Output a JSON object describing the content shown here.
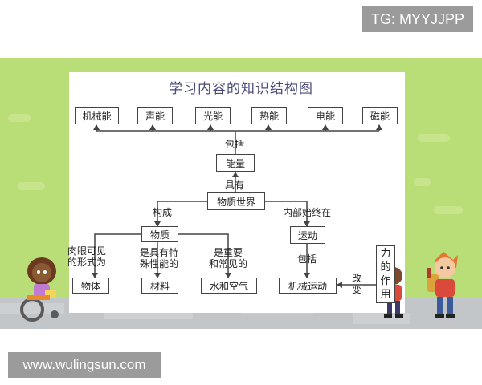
{
  "watermarks": {
    "top": "TG: MYYJJPP",
    "bottom": "www.wulingsun.com"
  },
  "title": "学习内容的知识结构图",
  "energy_types": [
    "机械能",
    "声能",
    "光能",
    "热能",
    "电能",
    "磁能"
  ],
  "labels": {
    "include_top": "包括",
    "energy": "能量",
    "have": "具有",
    "material_world": "物质世界",
    "compose": "构成",
    "internal_start_end": "内部始终在",
    "substance": "物质",
    "motion": "运动",
    "include_bottom": "包括",
    "visible_shape_1": "肉眼可见",
    "visible_shape_2": "的形式为",
    "special_1": "是具有特",
    "special_2": "殊性能的",
    "common_1": "是重要",
    "common_2": "和常见的",
    "object": "物体",
    "material": "材料",
    "water_air": "水和空气",
    "mechanical_motion": "机械运动",
    "change_1": "改",
    "change_2": "变",
    "force_effect": [
      "力",
      "的",
      "作",
      "用"
    ]
  },
  "colors": {
    "background_green": "#b9dd77",
    "ground_gray": "#c2c6c9",
    "title_color": "#4a4a7a",
    "line_color": "#444444"
  }
}
